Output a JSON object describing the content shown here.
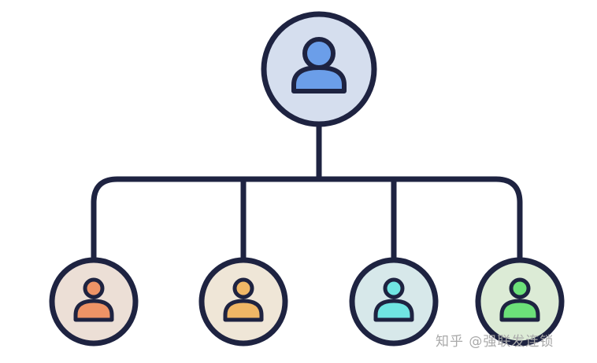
{
  "org_chart": {
    "outline_color": "#1e2341",
    "root": {
      "name": "root-node",
      "circle_fill": "#d5deee",
      "person_fill": "#6b9ee9"
    },
    "children": [
      {
        "name": "child-node-1",
        "circle_fill": "#ecdfd6",
        "person_fill": "#ee9366"
      },
      {
        "name": "child-node-2",
        "circle_fill": "#efe6d7",
        "person_fill": "#f0b766"
      },
      {
        "name": "child-node-3",
        "circle_fill": "#d7e8ea",
        "person_fill": "#70e5e2"
      },
      {
        "name": "child-node-4",
        "circle_fill": "#dcebd6",
        "person_fill": "#6ce079"
      }
    ]
  },
  "watermark": {
    "text": "知乎 @强联发连锁"
  }
}
